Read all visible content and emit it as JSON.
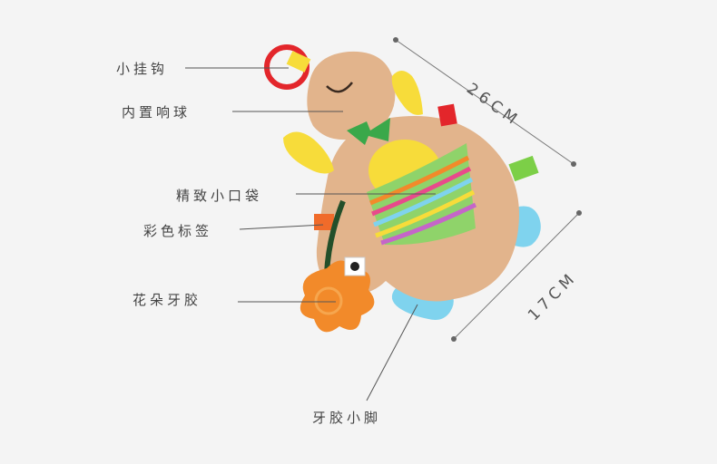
{
  "labels": {
    "hook": "小挂钩",
    "rattle": "内置响球",
    "pocket": "精致小口袋",
    "tags": "彩色标签",
    "flower_teether": "花朵牙胶",
    "teether_feet": "牙胶小脚"
  },
  "dimensions": {
    "width": "26CM",
    "height": "17CM"
  },
  "colors": {
    "background": "#f4f4f4",
    "plush": "#e2b48c",
    "ring": "#e3262b",
    "leaf_yellow": "#f7dc3a",
    "teether_blue": "#7fd3ee",
    "teether_orange": "#f28a2a",
    "line": "#555555"
  }
}
